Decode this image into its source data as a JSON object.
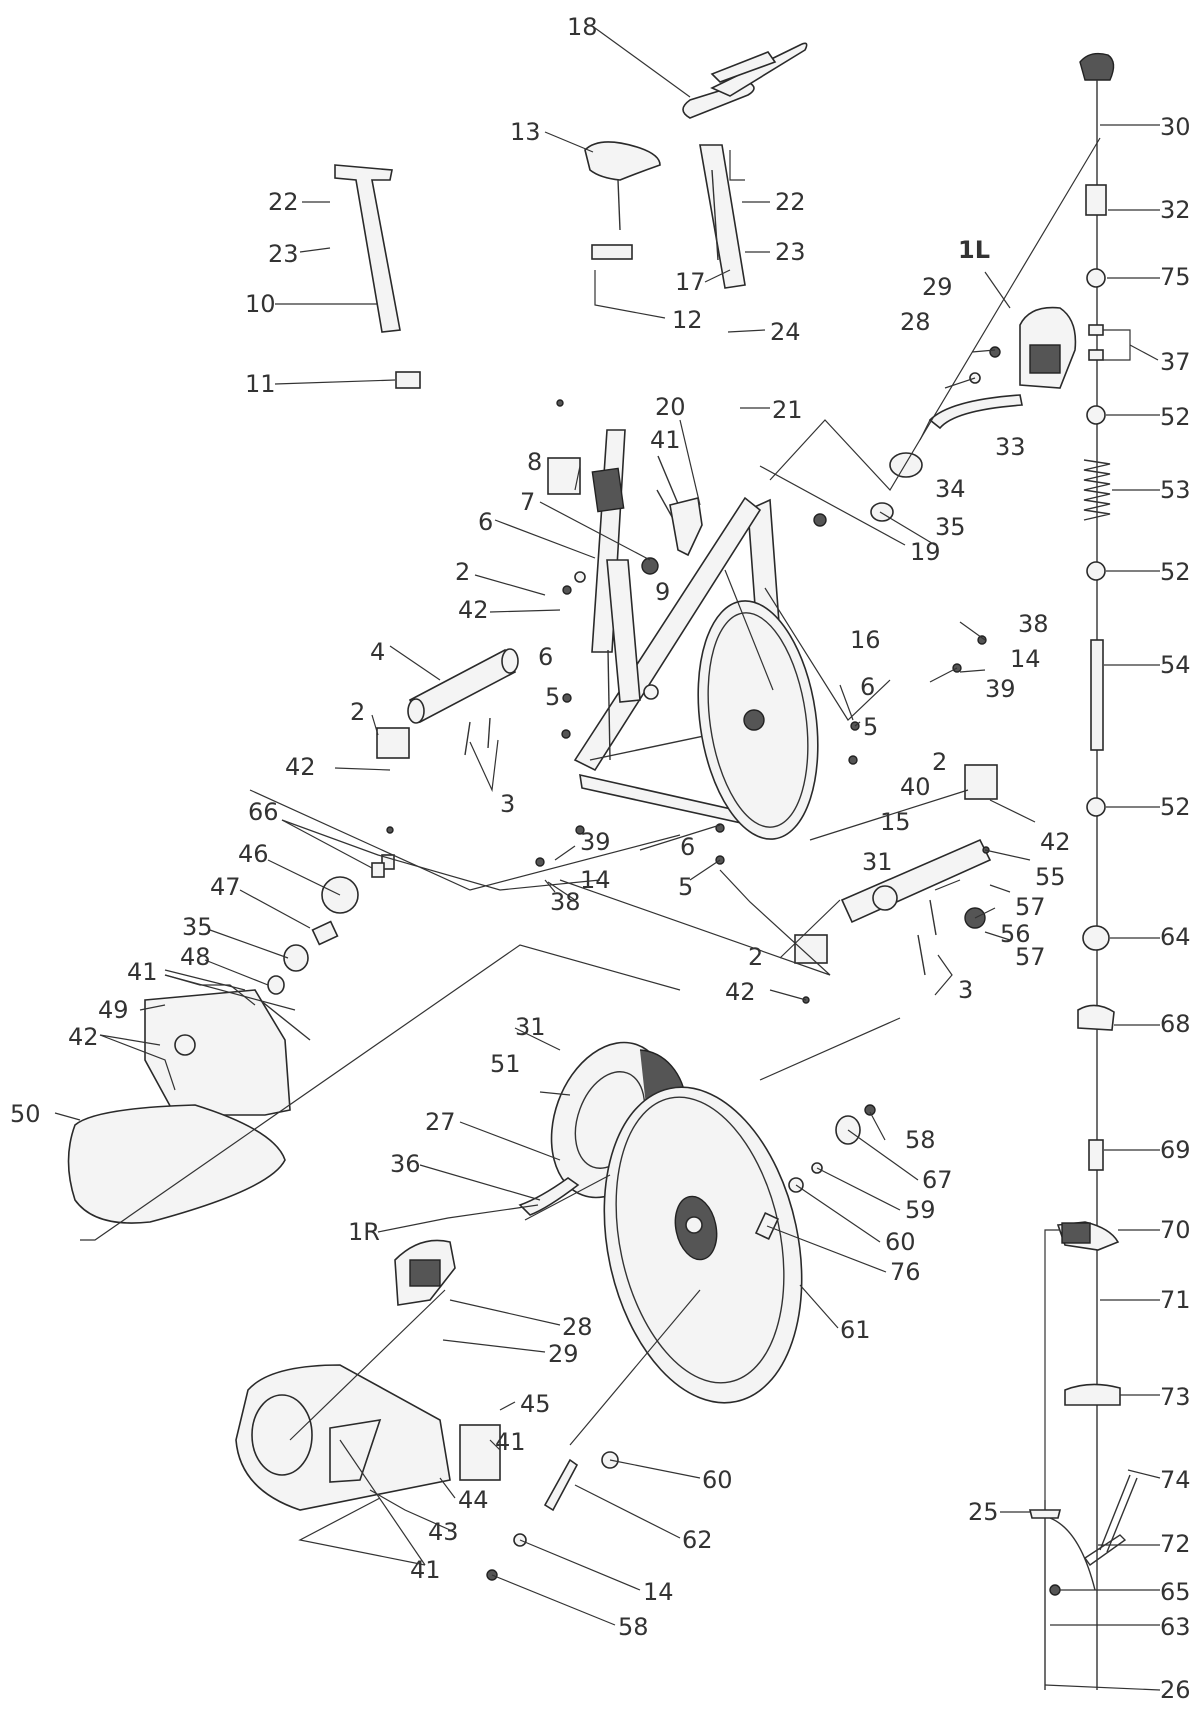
{
  "labels": {
    "p18": "18",
    "p13": "13",
    "p22a": "22",
    "p22b": "22",
    "p23a": "23",
    "p23b": "23",
    "p10": "10",
    "p11": "11",
    "p12": "12",
    "p17": "17",
    "p24": "24",
    "p21": "21",
    "p20": "20",
    "p41a": "41",
    "p8": "8",
    "p7": "7",
    "p6a": "6",
    "p6b": "6",
    "p6c": "6",
    "p6d": "6",
    "p2a": "2",
    "p2b": "2",
    "p2c": "2",
    "p2d": "2",
    "p42a": "42",
    "p42b": "42",
    "p42c": "42",
    "p42d": "42",
    "p42e": "42",
    "p4": "4",
    "p3a": "3",
    "p3b": "3",
    "p5a": "5",
    "p5b": "5",
    "p5c": "5",
    "p9": "9",
    "p16": "16",
    "p19": "19",
    "p34": "34",
    "p35a": "35",
    "p35b": "35",
    "p33": "33",
    "p28a": "28",
    "p28b": "28",
    "p29a": "29",
    "p29b": "29",
    "p1L": "1L",
    "p1R": "1R",
    "p30": "30",
    "p32": "32",
    "p75": "75",
    "p37": "37",
    "p52a": "52",
    "p52b": "52",
    "p52c": "52",
    "p53": "53",
    "p54": "54",
    "p64": "64",
    "p68": "68",
    "p69": "69",
    "p70": "70",
    "p71": "71",
    "p73": "73",
    "p74": "74",
    "p72": "72",
    "p65": "65",
    "p63": "63",
    "p26": "26",
    "p25": "25",
    "p38a": "38",
    "p38b": "38",
    "p14a": "14",
    "p14b": "14",
    "p14c": "14",
    "p39a": "39",
    "p39b": "39",
    "p40": "40",
    "p15": "15",
    "p31a": "31",
    "p31b": "31",
    "p55": "55",
    "p56": "56",
    "p57a": "57",
    "p57b": "57",
    "p66": "66",
    "p46": "46",
    "p47": "47",
    "p48": "48",
    "p41b": "41",
    "p41c": "41",
    "p41d": "41",
    "p49": "49",
    "p50": "50",
    "p51": "51",
    "p27": "27",
    "p36": "36",
    "p58a": "58",
    "p58b": "58",
    "p67": "67",
    "p59": "59",
    "p60a": "60",
    "p60b": "60",
    "p76": "76",
    "p61": "61",
    "p45": "45",
    "p44": "44",
    "p43": "43",
    "p62": "62"
  },
  "colors": {
    "ink": "#333333",
    "paper": "#ffffff"
  }
}
